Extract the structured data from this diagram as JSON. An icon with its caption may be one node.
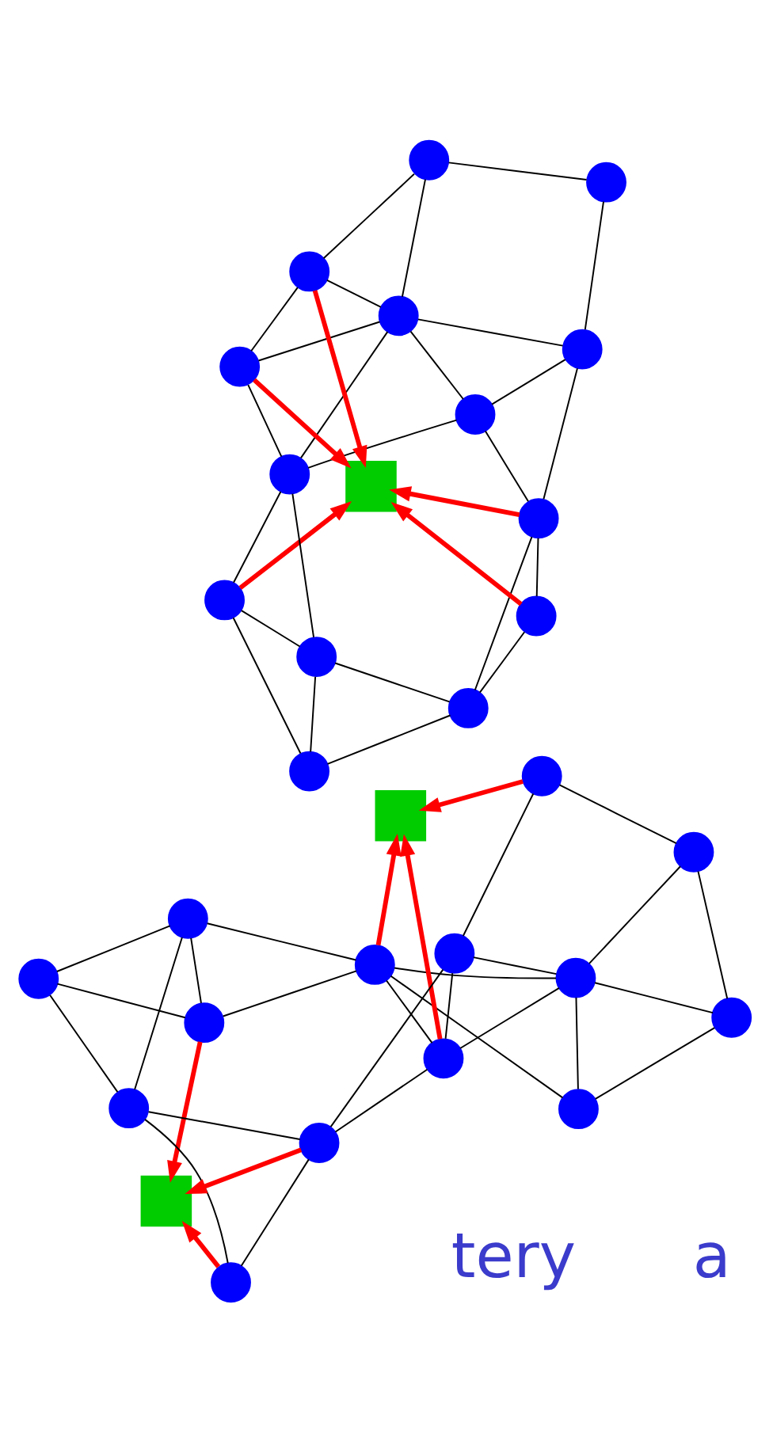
{
  "diagram": {
    "nodes": [
      {
        "text": [],
        "shape": "circle"
      },
      {
        "text": [],
        "shape": "circle"
      },
      {
        "text": [],
        "shape": "circle"
      },
      {
        "text": [],
        "shape": "circle"
      },
      {
        "text": [],
        "shape": "circle"
      },
      {
        "text": [],
        "shape": "circle"
      },
      {
        "text": [],
        "shape": "circle"
      },
      {
        "text": [],
        "shape": "circle"
      },
      {
        "text": [],
        "shape": "circle"
      },
      {
        "text": [],
        "shape": "circle"
      },
      {
        "text": [],
        "shape": "circle"
      },
      {
        "text": [],
        "shape": "circle"
      },
      {
        "text": [],
        "shape": "circle"
      },
      {
        "text": [],
        "shape": "circle"
      },
      {
        "text": [],
        "shape": "box"
      },
      {
        "text": [],
        "shape": "box"
      },
      {
        "text": [],
        "shape": "circle"
      },
      {
        "text": [],
        "shape": "circle"
      },
      {
        "text": [],
        "shape": "circle"
      },
      {
        "text": [],
        "shape": "circle"
      },
      {
        "text": [],
        "shape": "circle"
      },
      {
        "text": [],
        "shape": "circle"
      },
      {
        "text": [],
        "shape": "circle"
      },
      {
        "text": [],
        "shape": "circle"
      },
      {
        "text": [],
        "shape": "circle"
      },
      {
        "text": [],
        "shape": "circle"
      },
      {
        "text": [],
        "shape": "circle"
      },
      {
        "text": [],
        "shape": "circle"
      },
      {
        "text": [],
        "shape": "circle"
      },
      {
        "text": [],
        "shape": "circle"
      },
      {
        "text": [],
        "shape": "box"
      }
    ],
    "edges": [
      {
        "from": 0,
        "to": 1,
        "arrow": "none"
      },
      {
        "from": 0,
        "to": 2,
        "arrow": "none"
      },
      {
        "from": 0,
        "to": 3,
        "arrow": "none"
      },
      {
        "from": 1,
        "to": 2,
        "arrow": "none"
      },
      {
        "from": 1,
        "to": 4,
        "arrow": "none"
      },
      {
        "from": 2,
        "to": 3,
        "arrow": "none"
      },
      {
        "from": 2,
        "to": 4,
        "arrow": "none"
      },
      {
        "from": 3,
        "to": 5,
        "arrow": "none"
      },
      {
        "from": 3,
        "to": 9,
        "arrow": "none"
      },
      {
        "from": 3,
        "to": 6,
        "arrow": "none"
      },
      {
        "from": 4,
        "to": 8,
        "arrow": "none"
      },
      {
        "from": 4,
        "to": 7,
        "arrow": "none"
      },
      {
        "from": 5,
        "to": 11,
        "arrow": "none"
      },
      {
        "from": 5,
        "to": 9,
        "arrow": "none"
      },
      {
        "from": 6,
        "to": 8,
        "arrow": "none"
      },
      {
        "from": 6,
        "to": 9,
        "arrow": "none"
      },
      {
        "from": 6,
        "to": 10,
        "arrow": "none"
      },
      {
        "from": 8,
        "to": 7,
        "arrow": "none"
      },
      {
        "from": 8,
        "to": 10,
        "arrow": "none"
      },
      {
        "from": 9,
        "to": 11,
        "arrow": "none"
      },
      {
        "from": 9,
        "to": 10,
        "arrow": "none"
      },
      {
        "from": 9,
        "to": 12,
        "arrow": "none"
      },
      {
        "from": 11,
        "to": 12,
        "arrow": "none"
      },
      {
        "from": 12,
        "to": 13,
        "arrow": "none"
      },
      {
        "from": 10,
        "to": 13,
        "arrow": "none"
      },
      {
        "from": 0,
        "to": 14,
        "arrow": "to",
        "style": "thick",
        "color": "#ff0000"
      },
      {
        "from": 5,
        "to": 14,
        "arrow": "to",
        "style": "thick",
        "color": "#ff0000"
      },
      {
        "from": 11,
        "to": 14,
        "arrow": "to",
        "style": "thick",
        "color": "#ff0000"
      },
      {
        "from": 8,
        "to": 14,
        "arrow": "to",
        "style": "thick",
        "color": "#ff0000"
      },
      {
        "from": 7,
        "to": 14,
        "arrow": "to",
        "style": "thick",
        "color": "#ff0000"
      },
      {
        "from": 16,
        "to": 17,
        "arrow": "none"
      },
      {
        "from": 16,
        "to": 18,
        "arrow": "none"
      },
      {
        "from": 16,
        "to": 19,
        "arrow": "none"
      },
      {
        "from": 17,
        "to": 18,
        "arrow": "none"
      },
      {
        "from": 17,
        "to": 20,
        "arrow": "none"
      },
      {
        "from": 18,
        "to": 19,
        "arrow": "none"
      },
      {
        "from": 18,
        "to": 20,
        "arrow": "none"
      },
      {
        "from": 19,
        "to": 21,
        "arrow": "none"
      },
      {
        "from": 19,
        "to": 25,
        "arrow": "none"
      },
      {
        "from": 19,
        "to": 22,
        "arrow": "none"
      },
      {
        "from": 20,
        "to": 24,
        "arrow": "none"
      },
      {
        "from": 20,
        "to": 23,
        "arrow": "none"
      },
      {
        "from": 21,
        "to": 27,
        "arrow": "none"
      },
      {
        "from": 21,
        "to": 25,
        "arrow": "none"
      },
      {
        "from": 22,
        "to": 24,
        "arrow": "none"
      },
      {
        "from": 22,
        "to": 25,
        "arrow": "none"
      },
      {
        "from": 22,
        "to": 26,
        "arrow": "none"
      },
      {
        "from": 24,
        "to": 23,
        "arrow": "none"
      },
      {
        "from": 24,
        "to": 26,
        "arrow": "none"
      },
      {
        "from": 25,
        "to": 27,
        "arrow": "none"
      },
      {
        "from": 25,
        "to": 26,
        "arrow": "none"
      },
      {
        "from": 25,
        "to": 28,
        "arrow": "none"
      },
      {
        "from": 27,
        "to": 28,
        "arrow": "none"
      },
      {
        "from": 28,
        "to": 29,
        "arrow": "none"
      },
      {
        "from": 26,
        "to": 29,
        "arrow": "none"
      },
      {
        "from": 16,
        "to": 15,
        "arrow": "to",
        "style": "thick",
        "color": "#ff0000"
      },
      {
        "from": 24,
        "to": 15,
        "arrow": "to",
        "style": "thick",
        "color": "#ff0000"
      },
      {
        "from": 23,
        "to": 15,
        "arrow": "to",
        "style": "thick",
        "color": "#ff0000"
      },
      {
        "from": 19,
        "to": 30,
        "arrow": "to",
        "style": "thick",
        "color": "#ff0000"
      },
      {
        "from": 22,
        "to": 30,
        "arrow": "to",
        "style": "thick",
        "color": "#ff0000"
      },
      {
        "from": 29,
        "to": 30,
        "arrow": "to",
        "style": "thick",
        "color": "#ff0000"
      }
    ],
    "labels": [
      "a",
      "tery"
    ]
  }
}
